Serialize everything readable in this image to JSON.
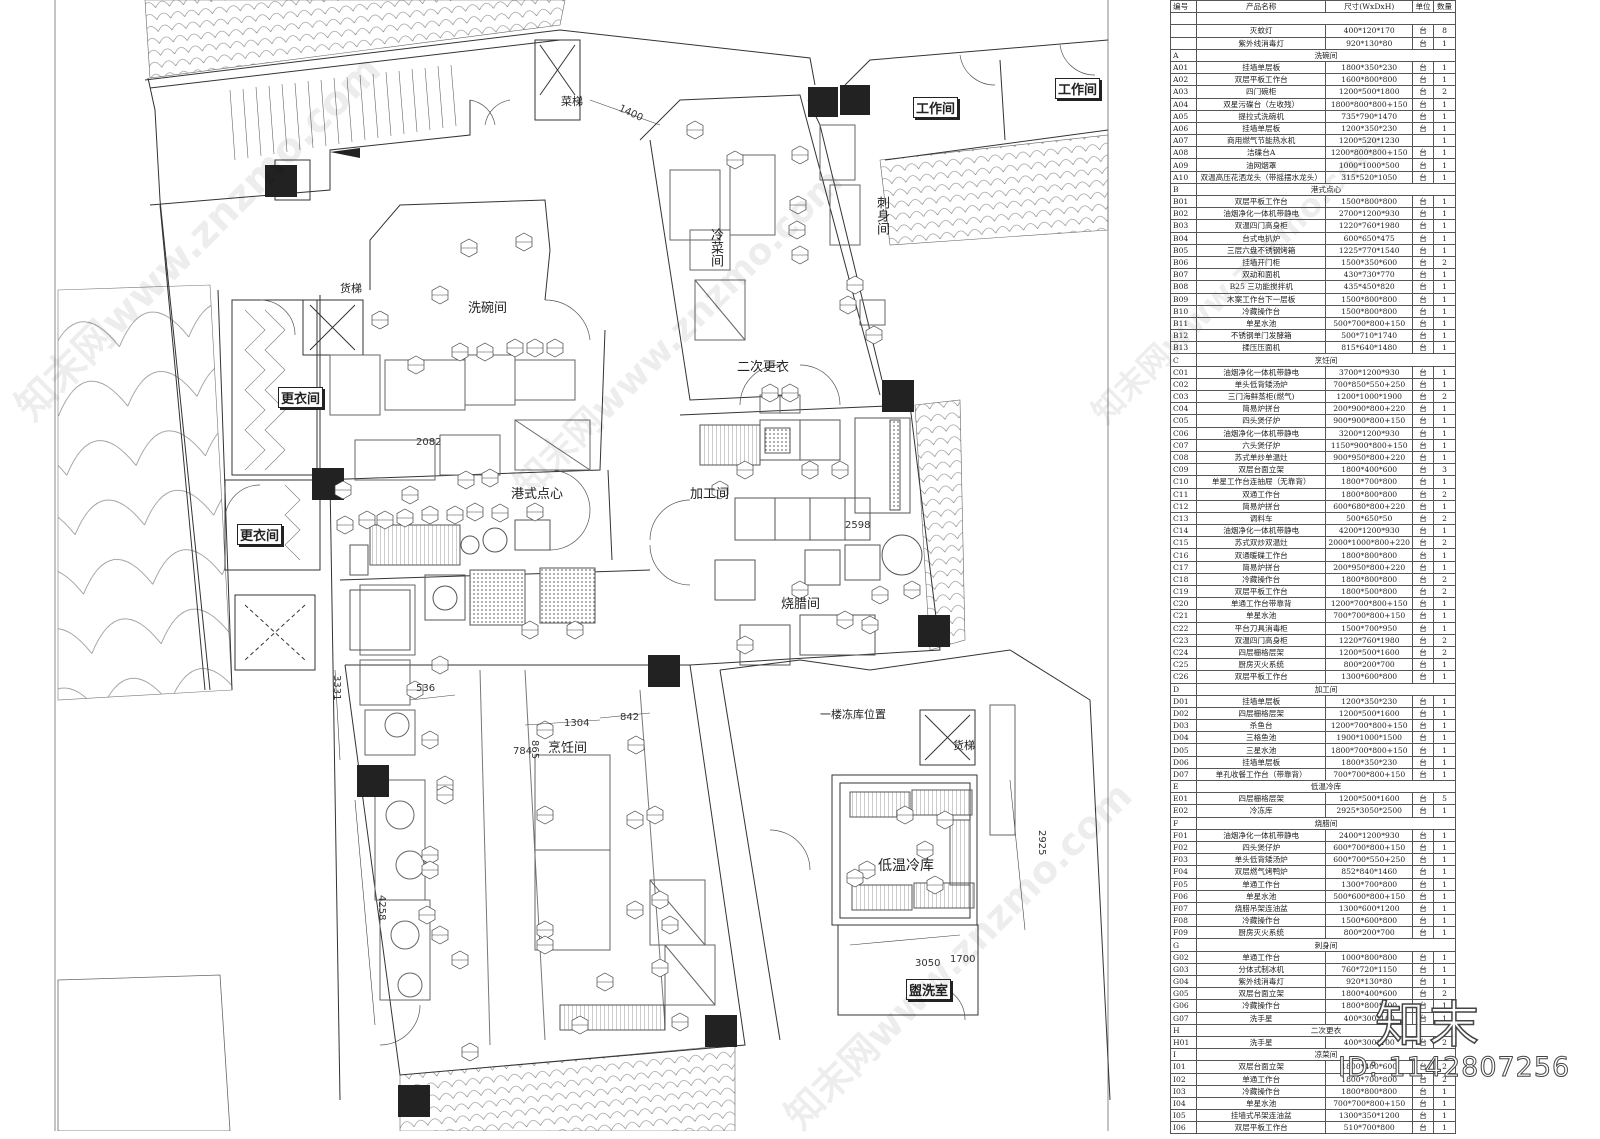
{
  "drawing": {
    "rooms": {
      "dish_room": "洗碗间",
      "dim_sum": "港式点心",
      "cooking_room": "烹饪间",
      "processing_room": "加工间",
      "bbq_room": "烧腊间",
      "cold_dish_room": "冷菜间",
      "sashimi_room": "刺身间",
      "second_changing": "二次更衣",
      "changing_room_1": "更衣间",
      "changing_room_2": "更衣间",
      "work_room_1": "工作间",
      "work_room_2": "工作间",
      "cold_storage": "低温冷库",
      "washroom": "盥洗室",
      "food_lift": "菜梯",
      "cargo_lift_1": "货梯",
      "cargo_lift_2": "货梯",
      "first_floor_freezer": "一楼冻库位置"
    },
    "dimensions": {
      "d1400": "1400",
      "d2082": "2082",
      "d2598": "2598",
      "d3331": "3331",
      "d536": "536",
      "d1304": "1304",
      "d842": "842",
      "d865": "865",
      "d784": "784",
      "d4258": "4258",
      "d2925": "2925",
      "d3050": "3050",
      "d1700": "1700"
    },
    "watermark": "知末网www.znzmo.com"
  },
  "schedule": {
    "headers": {
      "code": "编号",
      "name": "产品名称",
      "size": "尺寸(WxDxH)",
      "unit": "单位",
      "qty": "数量"
    },
    "rows": [
      {
        "type": "blank"
      },
      {
        "type": "item",
        "code": "",
        "name": "灭蚊灯",
        "size": "400*120*170",
        "unit": "台",
        "qty": "8"
      },
      {
        "type": "item",
        "code": "",
        "name": "紫外线消毒灯",
        "size": "920*130*80",
        "unit": "台",
        "qty": "1"
      },
      {
        "type": "section",
        "code": "A",
        "name": "洗碗间"
      },
      {
        "type": "item",
        "code": "A01",
        "name": "挂墙单层板",
        "size": "1800*350*230",
        "unit": "台",
        "qty": "1"
      },
      {
        "type": "item",
        "code": "A02",
        "name": "双层平板工作台",
        "size": "1600*800*800",
        "unit": "台",
        "qty": "1"
      },
      {
        "type": "item",
        "code": "A03",
        "name": "四门碗柜",
        "size": "1200*500*1800",
        "unit": "台",
        "qty": "2"
      },
      {
        "type": "item",
        "code": "A04",
        "name": "双星污碟台（左收残）",
        "size": "1800*800*800+150",
        "unit": "台",
        "qty": "1"
      },
      {
        "type": "item",
        "code": "A05",
        "name": "提拉式洗碗机",
        "size": "735*790*1470",
        "unit": "台",
        "qty": "1"
      },
      {
        "type": "item",
        "code": "A06",
        "name": "挂墙单层板",
        "size": "1200*350*230",
        "unit": "台",
        "qty": "1"
      },
      {
        "type": "item",
        "code": "A07",
        "name": "商用燃气节能热水机",
        "size": "1200*520*1230",
        "unit": "",
        "qty": "1"
      },
      {
        "type": "item",
        "code": "A08",
        "name": "洁碟台A",
        "size": "1200*800*800+150",
        "unit": "台",
        "qty": "1"
      },
      {
        "type": "item",
        "code": "A09",
        "name": "油网烟罩",
        "size": "1000*1000*500",
        "unit": "台",
        "qty": "1"
      },
      {
        "type": "item",
        "code": "A10",
        "name": "双温高压花洒龙头（带摇摆水龙头）",
        "size": "315*520*1050",
        "unit": "台",
        "qty": "1"
      },
      {
        "type": "section",
        "code": "B",
        "name": "港式点心"
      },
      {
        "type": "item",
        "code": "B01",
        "name": "双层平板工作台",
        "size": "1500*800*800",
        "unit": "台",
        "qty": "1"
      },
      {
        "type": "item",
        "code": "B02",
        "name": "油烟净化一体机带静电",
        "size": "2700*1200*930",
        "unit": "台",
        "qty": "1"
      },
      {
        "type": "item",
        "code": "B03",
        "name": "双温四门高身柜",
        "size": "1220*760*1980",
        "unit": "台",
        "qty": "1"
      },
      {
        "type": "item",
        "code": "B04",
        "name": "台式电扒炉",
        "size": "600*650*475",
        "unit": "台",
        "qty": "1"
      },
      {
        "type": "item",
        "code": "B05",
        "name": "三层六盘不锈钢烤箱",
        "size": "1225*770*1540",
        "unit": "台",
        "qty": "1"
      },
      {
        "type": "item",
        "code": "B06",
        "name": "挂墙开门柜",
        "size": "1500*350*600",
        "unit": "台",
        "qty": "2"
      },
      {
        "type": "item",
        "code": "B07",
        "name": "双动和面机",
        "size": "430*730*770",
        "unit": "台",
        "qty": "1"
      },
      {
        "type": "item",
        "code": "B08",
        "name": "B25 三功能搅拌机",
        "size": "435*450*820",
        "unit": "台",
        "qty": "1"
      },
      {
        "type": "item",
        "code": "B09",
        "name": "木案工作台下一层板",
        "size": "1500*800*800",
        "unit": "台",
        "qty": "1"
      },
      {
        "type": "item",
        "code": "B10",
        "name": "冷藏操作台",
        "size": "1500*800*800",
        "unit": "台",
        "qty": "1"
      },
      {
        "type": "item",
        "code": "B11",
        "name": "单星水池",
        "size": "500*700*800+150",
        "unit": "台",
        "qty": "1"
      },
      {
        "type": "item",
        "code": "B12",
        "name": "不锈钢单门发酵箱",
        "size": "500*710*1740",
        "unit": "台",
        "qty": "1"
      },
      {
        "type": "item",
        "code": "B13",
        "name": "揉压压面机",
        "size": "815*640*1480",
        "unit": "台",
        "qty": "1"
      },
      {
        "type": "section",
        "code": "C",
        "name": "烹饪间"
      },
      {
        "type": "item",
        "code": "C01",
        "name": "油烟净化一体机带静电",
        "size": "3700*1200*930",
        "unit": "台",
        "qty": "1"
      },
      {
        "type": "item",
        "code": "C02",
        "name": "单头低背矮汤炉",
        "size": "700*850*550+250",
        "unit": "台",
        "qty": "1"
      },
      {
        "type": "item",
        "code": "C03",
        "name": "三门海鲜蒸柜(燃气)",
        "size": "1200*1000*1900",
        "unit": "台",
        "qty": "2"
      },
      {
        "type": "item",
        "code": "C04",
        "name": "简易炉拼台",
        "size": "200*900*800+220",
        "unit": "台",
        "qty": "1"
      },
      {
        "type": "item",
        "code": "C05",
        "name": "四头煲仔炉",
        "size": "900*900*800+150",
        "unit": "台",
        "qty": "1"
      },
      {
        "type": "item",
        "code": "C06",
        "name": "油烟净化一体机带静电",
        "size": "3200*1200*930",
        "unit": "台",
        "qty": "1"
      },
      {
        "type": "item",
        "code": "C07",
        "name": "六头煲仔炉",
        "size": "1150*900*800+150",
        "unit": "台",
        "qty": "1"
      },
      {
        "type": "item",
        "code": "C08",
        "name": "苏式单炒单温灶",
        "size": "900*950*800+220",
        "unit": "台",
        "qty": "1"
      },
      {
        "type": "item",
        "code": "C09",
        "name": "双层台面立架",
        "size": "1800*400*600",
        "unit": "台",
        "qty": "3"
      },
      {
        "type": "item",
        "code": "C10",
        "name": "单星工作台连抽屉（无靠背）",
        "size": "1800*700*800",
        "unit": "台",
        "qty": "1"
      },
      {
        "type": "item",
        "code": "C11",
        "name": "双通工作台",
        "size": "1800*800*800",
        "unit": "台",
        "qty": "2"
      },
      {
        "type": "item",
        "code": "C12",
        "name": "简易炉拼台",
        "size": "600*680*800+220",
        "unit": "台",
        "qty": "1"
      },
      {
        "type": "item",
        "code": "C13",
        "name": "调料车",
        "size": "500*650*50",
        "unit": "台",
        "qty": "2"
      },
      {
        "type": "item",
        "code": "C14",
        "name": "油烟净化一体机带静电",
        "size": "4200*1200*930",
        "unit": "台",
        "qty": "1"
      },
      {
        "type": "item",
        "code": "C15",
        "name": "苏式双炒双温灶",
        "size": "2000*1000*800+220",
        "unit": "台",
        "qty": "2"
      },
      {
        "type": "item",
        "code": "C16",
        "name": "双通暖碟工作台",
        "size": "1800*800*800",
        "unit": "台",
        "qty": "1"
      },
      {
        "type": "item",
        "code": "C17",
        "name": "简易炉拼台",
        "size": "200*950*800+220",
        "unit": "台",
        "qty": "1"
      },
      {
        "type": "item",
        "code": "C18",
        "name": "冷藏操作台",
        "size": "1800*800*800",
        "unit": "台",
        "qty": "2"
      },
      {
        "type": "item",
        "code": "C19",
        "name": "双层平板工作台",
        "size": "1800*500*800",
        "unit": "台",
        "qty": "2"
      },
      {
        "type": "item",
        "code": "C20",
        "name": "单通工作台带靠背",
        "size": "1200*700*800+150",
        "unit": "台",
        "qty": "1"
      },
      {
        "type": "item",
        "code": "C21",
        "name": "单星水池",
        "size": "700*700*800+150",
        "unit": "台",
        "qty": "1"
      },
      {
        "type": "item",
        "code": "C22",
        "name": "平台刀具消毒柜",
        "size": "1500*700*950",
        "unit": "台",
        "qty": "1"
      },
      {
        "type": "item",
        "code": "C23",
        "name": "双温四门高身柜",
        "size": "1220*760*1980",
        "unit": "台",
        "qty": "2"
      },
      {
        "type": "item",
        "code": "C24",
        "name": "四层栅格层架",
        "size": "1200*500*1600",
        "unit": "台",
        "qty": "2"
      },
      {
        "type": "item",
        "code": "C25",
        "name": "厨房灭火系统",
        "size": "800*200*700",
        "unit": "台",
        "qty": "1"
      },
      {
        "type": "item",
        "code": "C26",
        "name": "双层平板工作台",
        "size": "1300*600*800",
        "unit": "台",
        "qty": "1"
      },
      {
        "type": "section",
        "code": "D",
        "name": "加工间"
      },
      {
        "type": "item",
        "code": "D01",
        "name": "挂墙单层板",
        "size": "1200*350*230",
        "unit": "台",
        "qty": "1"
      },
      {
        "type": "item",
        "code": "D02",
        "name": "四层栅格层架",
        "size": "1200*500*1600",
        "unit": "台",
        "qty": "1"
      },
      {
        "type": "item",
        "code": "D03",
        "name": "杀鱼台",
        "size": "1200*700*800+150",
        "unit": "台",
        "qty": "1"
      },
      {
        "type": "item",
        "code": "D04",
        "name": "三格鱼池",
        "size": "1900*1000*1500",
        "unit": "台",
        "qty": "1"
      },
      {
        "type": "item",
        "code": "D05",
        "name": "三星水池",
        "size": "1800*700*800+150",
        "unit": "台",
        "qty": "1"
      },
      {
        "type": "item",
        "code": "D06",
        "name": "挂墙单层板",
        "size": "1800*350*230",
        "unit": "台",
        "qty": "1"
      },
      {
        "type": "item",
        "code": "D07",
        "name": "单孔收餐工作台（带靠背）",
        "size": "700*700*800+150",
        "unit": "台",
        "qty": "1"
      },
      {
        "type": "section",
        "code": "E",
        "name": "低温冷库"
      },
      {
        "type": "item",
        "code": "E01",
        "name": "四层栅格层架",
        "size": "1200*500*1600",
        "unit": "台",
        "qty": "5"
      },
      {
        "type": "item",
        "code": "E02",
        "name": "冷冻库",
        "size": "2925*3050*2500",
        "unit": "台",
        "qty": "1"
      },
      {
        "type": "section",
        "code": "F",
        "name": "烧腊间"
      },
      {
        "type": "item",
        "code": "F01",
        "name": "油烟净化一体机带静电",
        "size": "2400*1200*930",
        "unit": "台",
        "qty": "1"
      },
      {
        "type": "item",
        "code": "F02",
        "name": "四头煲仔炉",
        "size": "600*700*800+150",
        "unit": "台",
        "qty": "1"
      },
      {
        "type": "item",
        "code": "F03",
        "name": "单头低背矮汤炉",
        "size": "600*700*550+250",
        "unit": "台",
        "qty": "1"
      },
      {
        "type": "item",
        "code": "F04",
        "name": "双层燃气烤鸭炉",
        "size": "852*840*1460",
        "unit": "台",
        "qty": "1"
      },
      {
        "type": "item",
        "code": "F05",
        "name": "单通工作台",
        "size": "1300*700*800",
        "unit": "台",
        "qty": "1"
      },
      {
        "type": "item",
        "code": "F06",
        "name": "单星水池",
        "size": "500*600*800+150",
        "unit": "台",
        "qty": "1"
      },
      {
        "type": "item",
        "code": "F07",
        "name": "烧腊吊架连油盆",
        "size": "1300*600*1200",
        "unit": "台",
        "qty": "1"
      },
      {
        "type": "item",
        "code": "F08",
        "name": "冷藏操作台",
        "size": "1500*600*800",
        "unit": "台",
        "qty": "1"
      },
      {
        "type": "item",
        "code": "F09",
        "name": "厨房灭火系统",
        "size": "800*200*700",
        "unit": "台",
        "qty": "1"
      },
      {
        "type": "section",
        "code": "G",
        "name": "刺身间"
      },
      {
        "type": "item",
        "code": "G02",
        "name": "单通工作台",
        "size": "1000*800*800",
        "unit": "台",
        "qty": "1"
      },
      {
        "type": "item",
        "code": "G03",
        "name": "分体式制冰机",
        "size": "760*720*1150",
        "unit": "台",
        "qty": "1"
      },
      {
        "type": "item",
        "code": "G04",
        "name": "紫外线消毒灯",
        "size": "920*130*80",
        "unit": "台",
        "qty": "1"
      },
      {
        "type": "item",
        "code": "G05",
        "name": "双层台面立架",
        "size": "1800*400*600",
        "unit": "台",
        "qty": "2"
      },
      {
        "type": "item",
        "code": "G06",
        "name": "冷藏操作台",
        "size": "1800*800*800",
        "unit": "台",
        "qty": "1"
      },
      {
        "type": "item",
        "code": "G07",
        "name": "洗手星",
        "size": "400*300*100",
        "unit": "台",
        "qty": "1"
      },
      {
        "type": "section",
        "code": "H",
        "name": "二次更衣"
      },
      {
        "type": "item",
        "code": "H01",
        "name": "洗手星",
        "size": "400*300*100",
        "unit": "台",
        "qty": "2"
      },
      {
        "type": "section",
        "code": "I",
        "name": "凉菜间"
      },
      {
        "type": "item",
        "code": "I01",
        "name": "双层台面立架",
        "size": "1800*400*600",
        "unit": "台",
        "qty": "2"
      },
      {
        "type": "item",
        "code": "I02",
        "name": "单通工作台",
        "size": "1800*700*800",
        "unit": "台",
        "qty": "2"
      },
      {
        "type": "item",
        "code": "I03",
        "name": "冷藏操作台",
        "size": "1800*800*800",
        "unit": "台",
        "qty": "1"
      },
      {
        "type": "item",
        "code": "I04",
        "name": "单星水池",
        "size": "700*700*800+150",
        "unit": "台",
        "qty": "1"
      },
      {
        "type": "item",
        "code": "I05",
        "name": "挂墙式吊架连油盆",
        "size": "1300*350*1200",
        "unit": "台",
        "qty": "1"
      },
      {
        "type": "item",
        "code": "I06",
        "name": "双层平板工作台",
        "size": "510*700*800",
        "unit": "台",
        "qty": "1"
      }
    ]
  },
  "branding": {
    "logo": "知末",
    "id_label": "ID: 1142807256"
  }
}
